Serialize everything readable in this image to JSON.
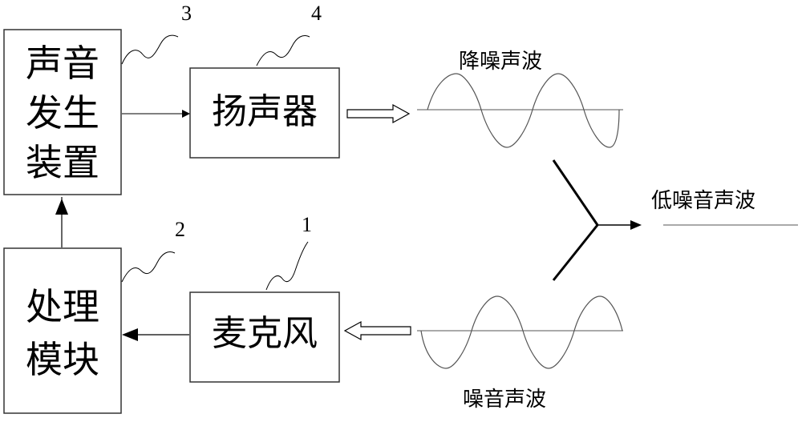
{
  "blocks": {
    "sound_generator": {
      "label_lines": [
        "声音",
        "发生",
        "装置"
      ],
      "number": "3"
    },
    "speaker": {
      "label": "扬声器",
      "number": "4"
    },
    "processing_module": {
      "label_lines": [
        "处理",
        "模块"
      ],
      "number": "2"
    },
    "microphone": {
      "label": "麦克风",
      "number": "1"
    }
  },
  "waves": {
    "anti_noise": {
      "label": "降噪声波"
    },
    "noise": {
      "label": "噪音声波"
    },
    "result": {
      "label": "低噪音声波"
    }
  },
  "colors": {
    "stroke": "#000000",
    "box_border": "#333333",
    "wave": "#555555"
  }
}
